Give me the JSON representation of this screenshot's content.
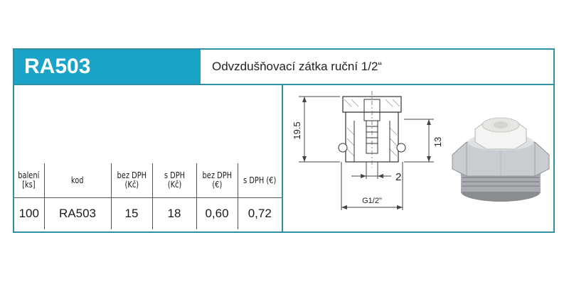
{
  "product": {
    "code": "RA503",
    "description": "Odvzdušňovací zátka ruční 1/2“"
  },
  "price_table": {
    "headers": [
      "balení [ks]",
      "kod",
      "bez DPH (Kč)",
      "s DPH (Kč)",
      "bez DPH (€)",
      "s DPH (€)"
    ],
    "rows": [
      [
        "100",
        "RA503",
        "15",
        "18",
        "0,60",
        "0,72"
      ]
    ]
  },
  "drawing": {
    "dim_height_total": "19.5",
    "dim_height_thread": "13",
    "dim_width_small": "2",
    "dim_thread": "G1/2\""
  },
  "colors": {
    "accent": "#1aa3c6",
    "border": "#2f8fa3"
  }
}
